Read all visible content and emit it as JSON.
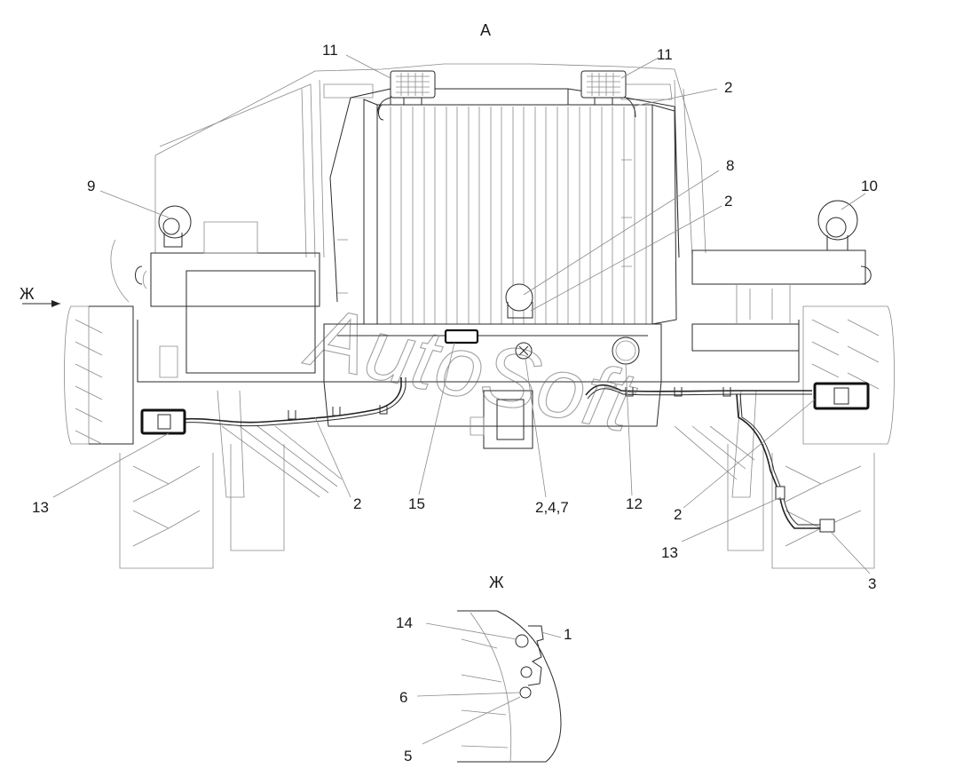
{
  "views": {
    "main": "А",
    "detail": "Ж",
    "direction_marker": "Ж"
  },
  "watermark": "AutoSoft",
  "callouts": [
    {
      "id": "c11a",
      "text": "11"
    },
    {
      "id": "c11b",
      "text": "11"
    },
    {
      "id": "c2a",
      "text": "2"
    },
    {
      "id": "c8",
      "text": "8"
    },
    {
      "id": "c2b",
      "text": "2"
    },
    {
      "id": "c9",
      "text": "9"
    },
    {
      "id": "c10",
      "text": "10"
    },
    {
      "id": "c13a",
      "text": "13"
    },
    {
      "id": "c2c",
      "text": "2"
    },
    {
      "id": "c15",
      "text": "15"
    },
    {
      "id": "c247",
      "text": "2,4,7"
    },
    {
      "id": "c12",
      "text": "12"
    },
    {
      "id": "c2d",
      "text": "2"
    },
    {
      "id": "c13b",
      "text": "13"
    },
    {
      "id": "c3",
      "text": "3"
    },
    {
      "id": "c14",
      "text": "14"
    },
    {
      "id": "c1",
      "text": "1"
    },
    {
      "id": "c6",
      "text": "6"
    },
    {
      "id": "c5",
      "text": "5"
    }
  ]
}
